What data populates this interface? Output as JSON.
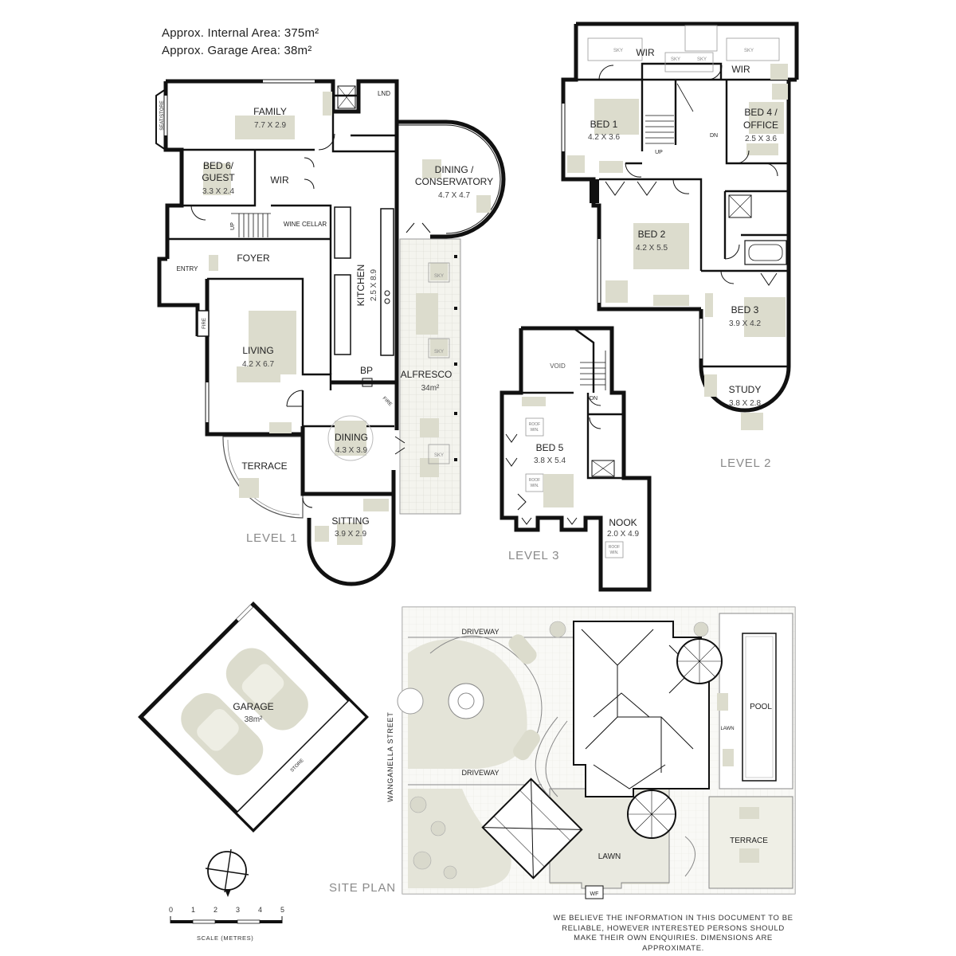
{
  "header": {
    "internal_area": "Approx. Internal Area: 375m²",
    "garage_area": "Approx. Garage Area: 38m²"
  },
  "levels": {
    "level1": "LEVEL 1",
    "level2": "LEVEL 2",
    "level3": "LEVEL 3",
    "site": "SITE PLAN"
  },
  "level1_rooms": {
    "family": "FAMILY",
    "family_dim": "7.7 X 2.9",
    "bed6": "BED 6/",
    "guest": "GUEST",
    "bed6_dim": "3.3 X 2.4",
    "wir": "WIR",
    "lnd": "LND",
    "seat_store": "SEAT/STORE",
    "dining_conservatory": "DINING /",
    "conservatory": "CONSERVATORY",
    "conservatory_dim": "4.7 X 4.7",
    "up": "UP",
    "wine_cellar": "WINE CELLAR",
    "foyer": "FOYER",
    "entry": "ENTRY",
    "kitchen": "KITCHEN",
    "kitchen_dim": "2.5 X 8.9",
    "fire": "FIRE",
    "sky": "SKY",
    "living": "LIVING",
    "living_dim": "4.2 X 6.7",
    "bp": "BP",
    "alfresco": "ALFRESCO",
    "alfresco_area": "34m²",
    "dining": "DINING",
    "dining_dim": "4.3 X 3.9",
    "terrace": "TERRACE",
    "sitting": "SITTING",
    "sitting_dim": "3.9 X 2.9"
  },
  "level2_rooms": {
    "wir": "WIR",
    "sky": "SKY",
    "bed1": "BED 1",
    "bed1_dim": "4.2 X 3.6",
    "up": "UP",
    "dn": "DN",
    "bed4": "BED 4 /",
    "office": "OFFICE",
    "bed4_dim": "2.5 X 3.6",
    "bed2": "BED 2",
    "bed2_dim": "4.2 X 5.5",
    "bed3": "BED 3",
    "bed3_dim": "3.9 X 4.2",
    "study": "STUDY",
    "study_dim": "3.8 X 2.8"
  },
  "level3_rooms": {
    "void": "VOID",
    "dn": "DN",
    "roof": "ROOF",
    "win": "WIN.",
    "bed5": "BED 5",
    "bed5_dim": "3.8 X 5.4",
    "nook": "NOOK",
    "nook_dim": "2.0 X 4.9"
  },
  "garage": {
    "label": "GARAGE",
    "area": "38m²",
    "store": "STORE"
  },
  "site": {
    "driveway": "DRIVEWAY",
    "street": "WANGANELLA STREET",
    "pool": "POOL",
    "lawn_small": "LAWN",
    "lawn": "LAWN",
    "terrace": "TERRACE",
    "wf": "WF"
  },
  "scale": {
    "ticks": [
      "0",
      "1",
      "2",
      "3",
      "4",
      "5"
    ],
    "label": "SCALE (METRES)"
  },
  "disclaimer": "WE BELIEVE THE INFORMATION IN THIS DOCUMENT TO BE RELIABLE, HOWEVER INTERESTED PERSONS SHOULD MAKE THEIR OWN ENQUIRIES. DIMENSIONS ARE APPROXIMATE.",
  "colors": {
    "wall": "#111111",
    "furniture": "#dcdccd",
    "paving": "#e6e6dc",
    "tree": "#d9d9cc"
  }
}
